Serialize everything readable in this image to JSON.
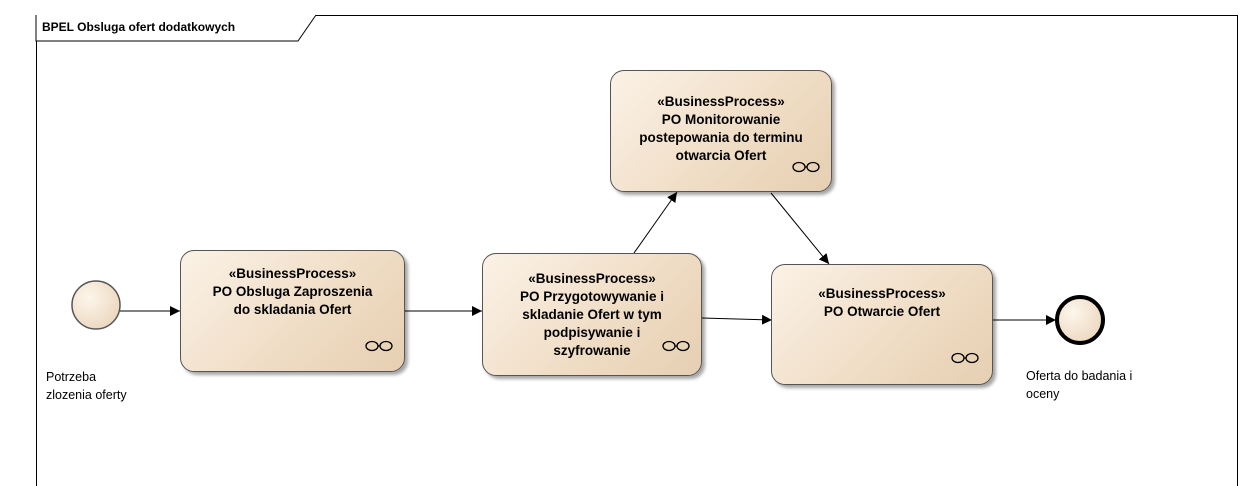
{
  "frame": {
    "title": "BPEL Obsluga ofert dodatkowych"
  },
  "start_event": {
    "label_lines": [
      "Potrzeba",
      "zlozenia oferty"
    ]
  },
  "end_event": {
    "label_lines": [
      "Oferta do badania i",
      "oceny"
    ]
  },
  "processes": [
    {
      "id": "p1",
      "stereotype": "«BusinessProcess»",
      "name_lines": [
        "PO Obsluga Zaproszenia",
        "do skladania Ofert"
      ],
      "icon": "link-rings-icon"
    },
    {
      "id": "p2",
      "stereotype": "«BusinessProcess»",
      "name_lines": [
        "PO Przygotowywanie i",
        "skladanie Ofert w tym",
        "podpisywanie i",
        "szyfrowanie"
      ],
      "icon": "link-rings-icon"
    },
    {
      "id": "p3",
      "stereotype": "«BusinessProcess»",
      "name_lines": [
        "PO Monitorowanie",
        "postepowania do terminu",
        "otwarcia Ofert"
      ],
      "icon": "link-rings-icon"
    },
    {
      "id": "p4",
      "stereotype": "«BusinessProcess»",
      "name_lines": [
        "PO Otwarcie Ofert"
      ],
      "icon": "link-rings-icon"
    }
  ],
  "flows": [
    {
      "from": "start",
      "to": "p1"
    },
    {
      "from": "p1",
      "to": "p2"
    },
    {
      "from": "p2",
      "to": "p3"
    },
    {
      "from": "p2",
      "to": "p4"
    },
    {
      "from": "p3",
      "to": "p4"
    },
    {
      "from": "p4",
      "to": "end"
    }
  ]
}
